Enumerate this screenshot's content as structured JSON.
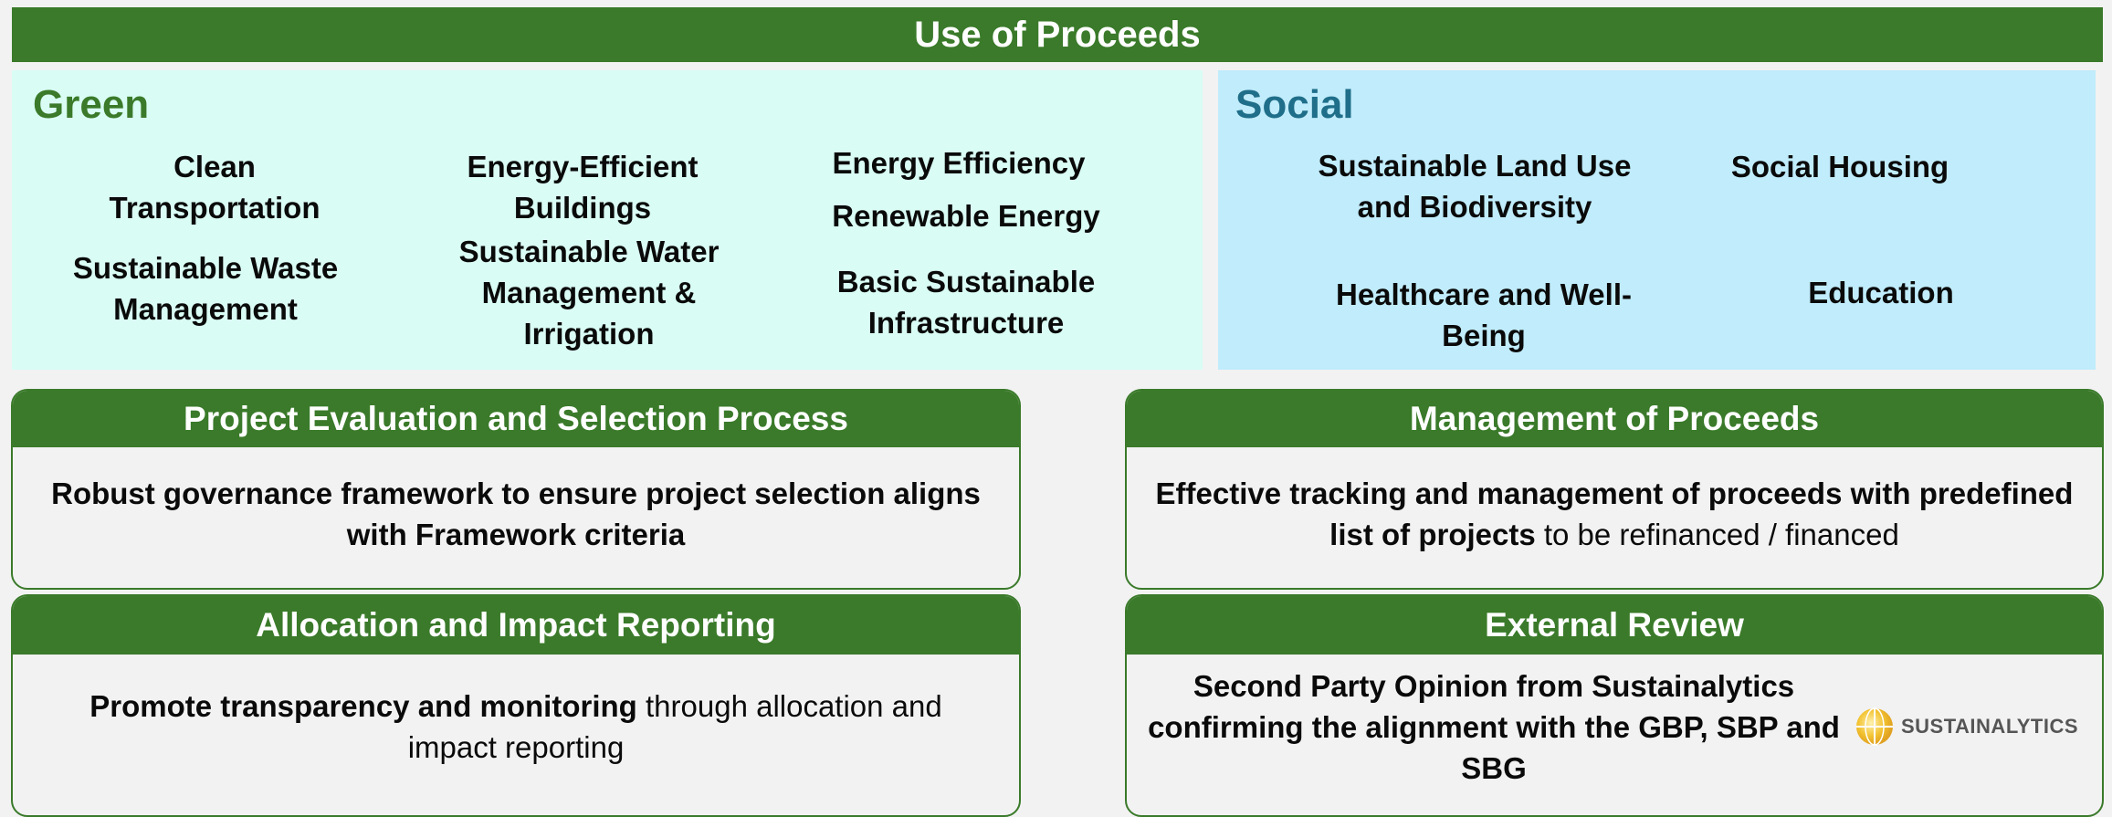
{
  "header": {
    "title": "Use of Proceeds"
  },
  "green": {
    "title": "Green",
    "items": [
      "Clean Transportation",
      "Energy-Efficient\nBuildings",
      "Energy Efficiency",
      "Renewable Energy",
      "Sustainable Waste\nManagement",
      "Sustainable Water\nManagement &\nIrrigation",
      "Basic Sustainable\nInfrastructure"
    ]
  },
  "social": {
    "title": "Social",
    "items": [
      "Sustainable Land Use\nand Biodiversity",
      "Social Housing",
      "Healthcare and Well-\nBeing",
      "Education"
    ]
  },
  "project_evaluation": {
    "title": "Project Evaluation and Selection Process",
    "body_bold": "Robust governance framework to ensure project selection aligns with Framework criteria"
  },
  "management": {
    "title": "Management of Proceeds",
    "body_bold": "Effective tracking and management of proceeds with predefined list of projects",
    "body_regular": " to be refinanced / financed"
  },
  "allocation": {
    "title": "Allocation and Impact Reporting",
    "body_bold": "Promote transparency and monitoring",
    "body_regular": " through allocation and impact reporting"
  },
  "external_review": {
    "title": "External Review",
    "body_bold": "Second Party Opinion from Sustainalytics confirming the alignment with the GBP, SBP and SBG",
    "logo_text": "SUSTAINALYTICS"
  },
  "colors": {
    "accent_green": "#3a7a2a",
    "green_panel": "#d9fcf4",
    "social_panel": "#c0ecfb",
    "social_title": "#1f6e8a"
  }
}
